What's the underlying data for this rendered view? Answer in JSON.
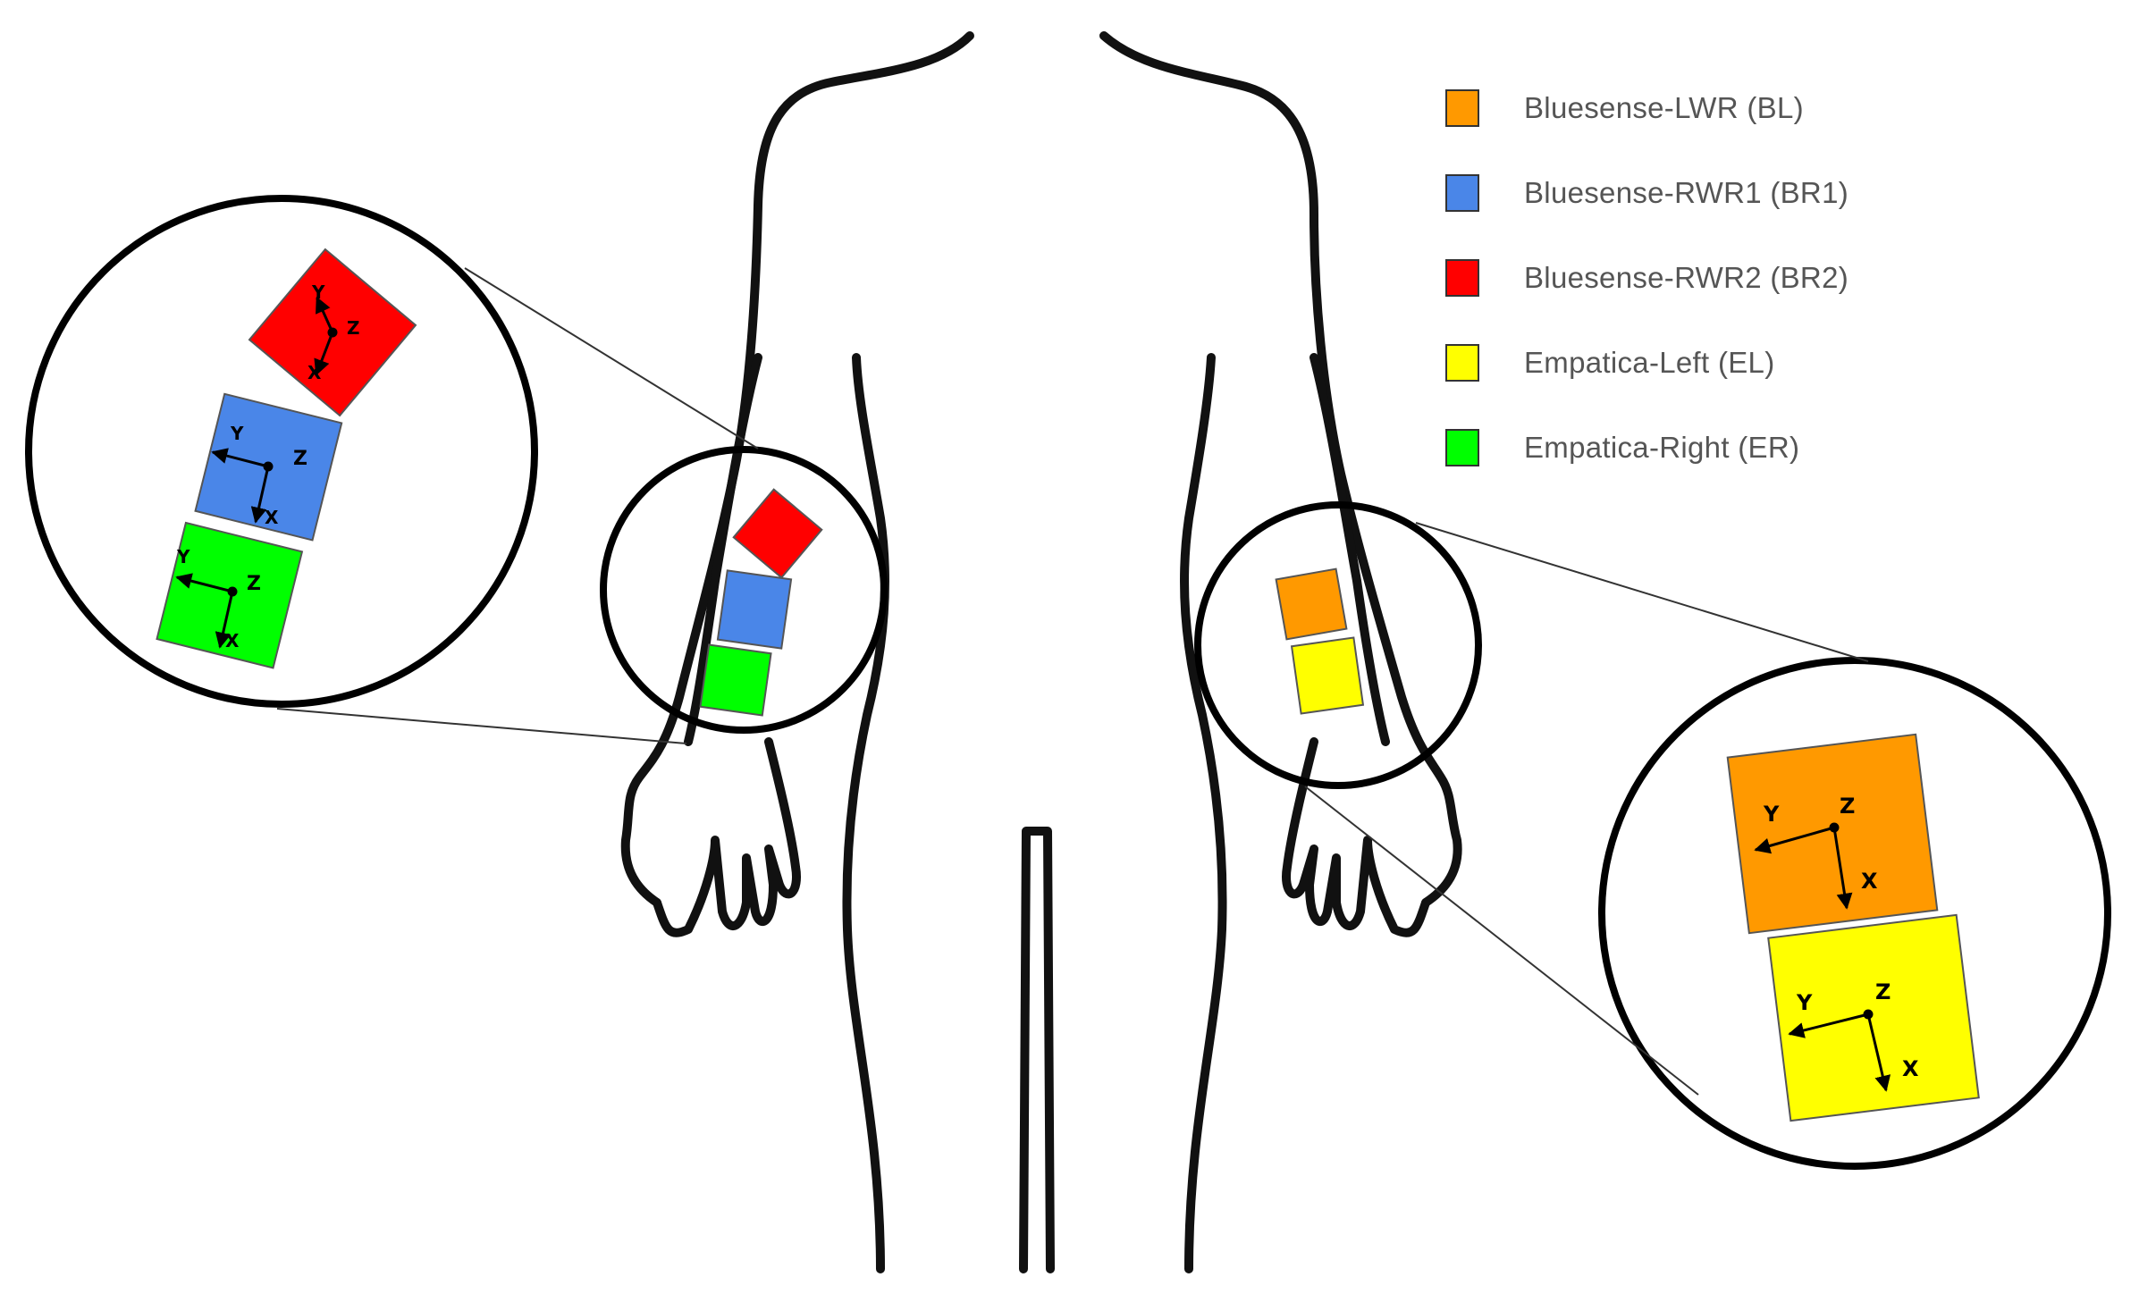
{
  "legend": [
    {
      "label": "Bluesense-LWR (BL)",
      "color": "#FF9900"
    },
    {
      "label": "Bluesense-RWR1 (BR1)",
      "color": "#4A86E8"
    },
    {
      "label": "Bluesense-RWR2 (BR2)",
      "color": "#FF0000"
    },
    {
      "label": "Empatica-Left (EL)",
      "color": "#FFFF00"
    },
    {
      "label": "Empatica-Right (ER)",
      "color": "#00FF00"
    }
  ],
  "axes": {
    "x": "X",
    "y": "Y",
    "z": "Z"
  }
}
